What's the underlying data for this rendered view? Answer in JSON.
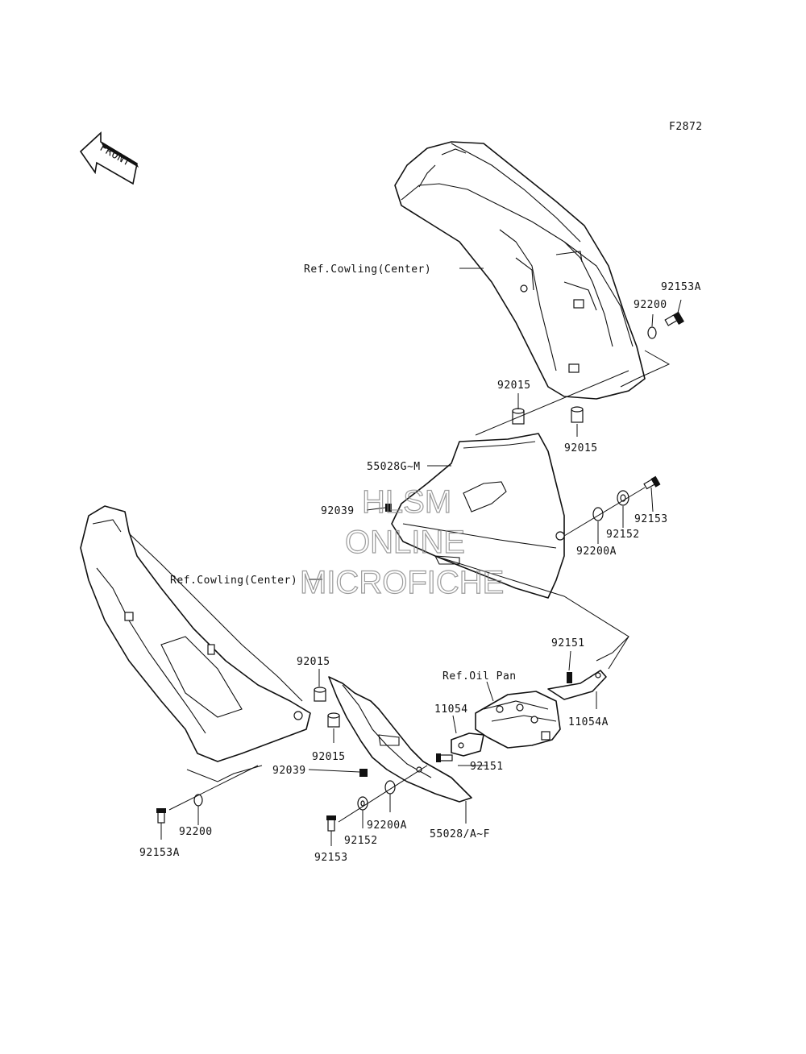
{
  "diagram": {
    "figure_code": "F2872",
    "front_arrow_label": "FRONT",
    "watermark": [
      "HLSM",
      "ONLINE",
      "MICROFICHE"
    ],
    "labels": {
      "ref_cowling_center_upper": "Ref.Cowling(Center)",
      "ref_cowling_center_lower": "Ref.Cowling(Center)",
      "p92153A_right": "92153A",
      "p92200_right": "92200",
      "p92015_a": "92015",
      "p92015_b": "92015",
      "p55028GM": "55028G~M",
      "p92039_upper": "92039",
      "p92153_right": "92153",
      "p92152_right": "92152",
      "p92200A_right": "92200A",
      "p92151_top": "92151",
      "ref_oil_pan": "Ref.Oil Pan",
      "p11054": "11054",
      "p11054A": "11054A",
      "p92015_c": "92015",
      "p92015_d": "92015",
      "p92039_lower": "92039",
      "p92151_bottom": "92151",
      "p92200_left": "92200",
      "p92153A_left": "92153A",
      "p92200A_lower": "92200A",
      "p92152_lower": "92152",
      "p92153_lower": "92153",
      "p55028AF": "55028/A~F"
    }
  }
}
